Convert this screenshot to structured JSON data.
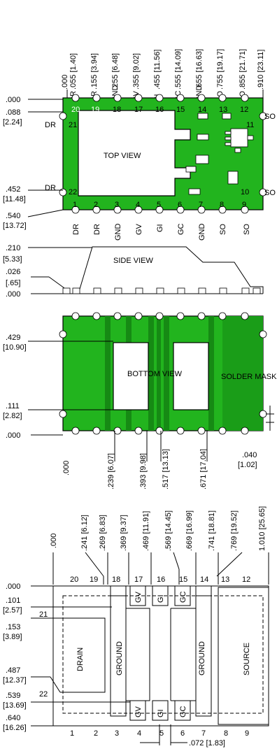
{
  "top": {
    "col_labels": [
      ".000",
      ".055 [1.40]",
      ".155 [3.94]",
      ".255 [6.48]",
      ".355 [9.02]",
      ".455 [11.56]",
      ".555 [14.09]",
      ".655 [16.63]",
      ".755 [19.17]",
      ".855 [21.71]",
      ".910 [23.11]"
    ],
    "col_short": [
      "DR",
      "DR",
      "GND",
      "GV",
      "GI",
      "GC",
      "GND",
      "SO",
      "SO"
    ],
    "row_labels": [
      ".000",
      ".088",
      "[2.24]",
      ".452",
      "[11.48]",
      ".540",
      "[13.72]"
    ],
    "side_labels": [
      "DR",
      "DR",
      "SO",
      "SO"
    ],
    "pins_top": [
      "20",
      "19",
      "18",
      "17",
      "16",
      "15",
      "14",
      "13",
      "12"
    ],
    "pins_right": [
      "11",
      "10"
    ],
    "pins_left": [
      "21",
      "22"
    ],
    "pins_bottom": [
      "1",
      "2",
      "3",
      "4",
      "5",
      "6",
      "7",
      "8",
      "9"
    ],
    "bottom_names": [
      "DR",
      "DR",
      "GND",
      "GV",
      "GI",
      "GC",
      "GND",
      "SO",
      "SO"
    ],
    "title": "TOP VIEW"
  },
  "side": {
    "title": "SIDE VIEW",
    "labels": [
      ".210",
      "[5.33]",
      ".026",
      "[.65]",
      ".000"
    ]
  },
  "bottom": {
    "title": "BOTTOM VIEW",
    "mask": "SOLDER MASK",
    "left_labels": [
      ".429",
      "[10.90]",
      ".111",
      "[2.82]",
      ".000"
    ],
    "x_labels": [
      ".000",
      ".239 [6.07]",
      ".393 [9.98]",
      ".517 [13.13]",
      ".671 [17.04]"
    ],
    "gap_label": [
      ".040",
      "[1.02]"
    ]
  },
  "footprint": {
    "top_dims": [
      ".000",
      ".241 [6.12]",
      ".269 [6.83]",
      ".369 [9.37]",
      ".469 [11.91]",
      ".569 [14.45]",
      ".669 [16.99]",
      ".741 [18.81]",
      ".769 [19.52]",
      "1.010 [25.65]"
    ],
    "left_dims": [
      ".000",
      ".101",
      "[2.57]",
      ".153",
      "[3.89]",
      ".487",
      "[12.37]",
      ".539",
      "[13.69]",
      ".640",
      "[16.26]"
    ],
    "pins_top": [
      "20",
      "19",
      "18",
      "17",
      "16",
      "15",
      "14",
      "13",
      "12"
    ],
    "pins_bottom": [
      "1",
      "2",
      "3",
      "4",
      "5",
      "6",
      "7",
      "8",
      "9"
    ],
    "pin21": "21",
    "pin22": "22",
    "regions": [
      "DRAIN",
      "GROUND",
      "GROUND",
      "SOURCE"
    ],
    "gate_labels": [
      "GV",
      "GI",
      "GC"
    ],
    "pitch": ".072 [1.83]"
  }
}
